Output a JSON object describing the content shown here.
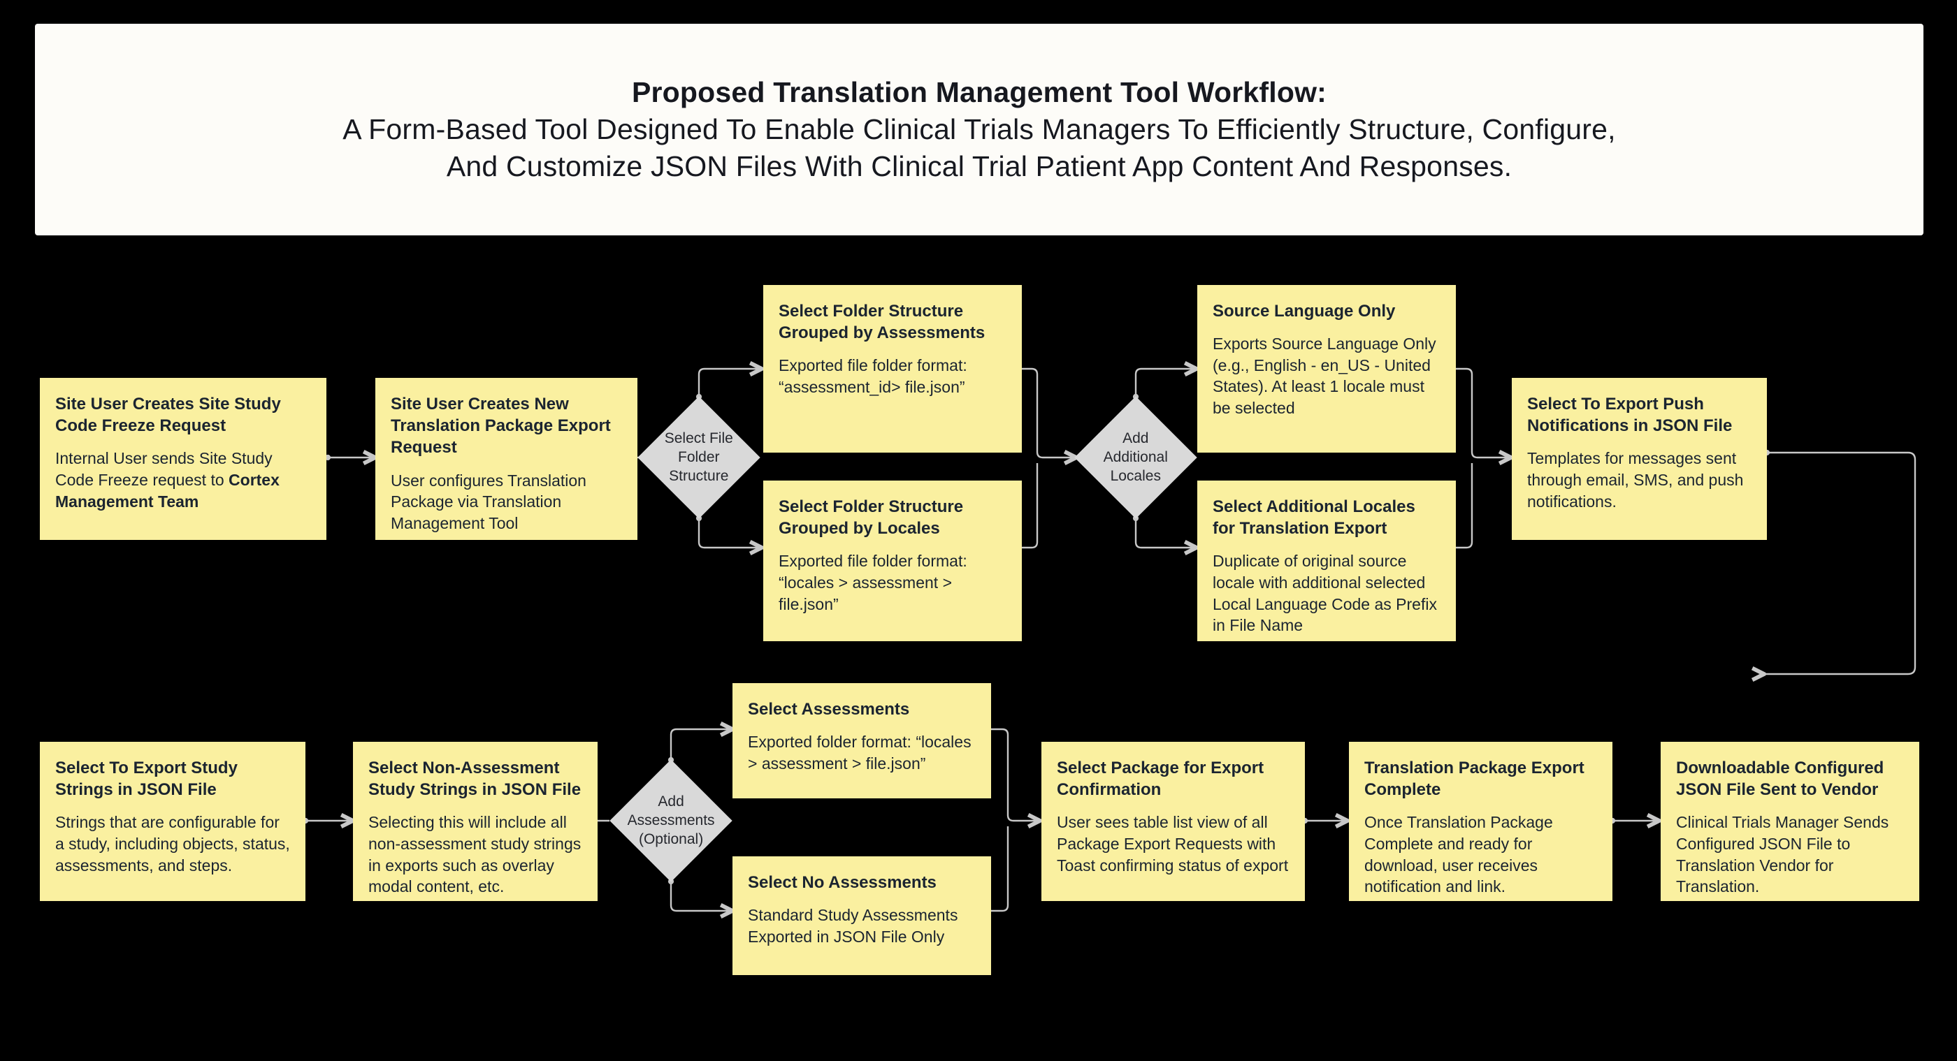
{
  "banner": {
    "line1": "Proposed Translation Management Tool Workflow:",
    "line2": "A Form-Based Tool Designed To Enable Clinical Trials Managers To Efficiently Structure, Configure,",
    "line3": "And Customize JSON Files With Clinical Trial Patient App Content And Responses."
  },
  "colors": {
    "canvas": "#000000",
    "banner_bg": "#FDFCF8",
    "node_fill": "#FAF0A0",
    "decision_fill": "#D9D9D9",
    "text": "#1B2430",
    "connector": "#C8C8C8"
  },
  "nodes": {
    "site_code_freeze": {
      "title": "Site User Creates Site Study Code Freeze Request",
      "body_pre": "Internal User sends Site Study Code Freeze request to ",
      "body_bold": "Cortex Management Team",
      "body_post": ""
    },
    "new_package_request": {
      "title": "Site User Creates New Translation Package Export Request",
      "body": "User configures Translation Package via Translation Management Tool"
    },
    "group_by_assessments": {
      "title": "Select Folder Structure Grouped by Assessments",
      "body": "Exported file folder format: “assessment_id> file.json”"
    },
    "group_by_locales": {
      "title": "Select Folder Structure Grouped by Locales",
      "body": "Exported file folder format: “locales > assessment > file.json”"
    },
    "source_language_only": {
      "title": "Source Language Only",
      "body": "Exports Source Language Only (e.g., English - en_US - United States). At least 1 locale must be selected"
    },
    "additional_locales": {
      "title": "Select Additional Locales for Translation Export",
      "body": "Duplicate of original source locale with additional selected Local Language Code as Prefix in File Name"
    },
    "push_notifications": {
      "title": "Select To Export Push Notifications in JSON File",
      "body": "Templates for messages sent through email, SMS, and push notifications."
    },
    "export_study_strings": {
      "title": "Select To Export Study Strings in JSON File",
      "body": "Strings that are configurable for a study, including objects, status, assessments, and steps."
    },
    "non_assessment_strings": {
      "title": "Select Non-Assessment Study Strings in JSON File",
      "body": "Selecting this will include all non-assessment study strings in exports such as overlay modal content, etc."
    },
    "select_assessments": {
      "title": "Select Assessments",
      "body": "Exported folder format: “locales > assessment > file.json”"
    },
    "select_no_assessments": {
      "title": "Select No Assessments",
      "body": "Standard Study Assessments Exported in JSON File Only"
    },
    "package_export_confirmation": {
      "title": "Select Package for Export Confirmation",
      "body": "User sees table list view of all Package Export Requests with Toast confirming status of export"
    },
    "export_complete": {
      "title": "Translation Package Export Complete",
      "body": "Once Translation Package Complete and ready for download, user receives notification and link."
    },
    "sent_to_vendor": {
      "title": "Downloadable Configured JSON File Sent to Vendor",
      "body": "Clinical Trials Manager Sends Configured JSON File to Translation Vendor for Translation."
    }
  },
  "decisions": {
    "file_folder_structure": {
      "label": "Select File\nFolder\nStructure"
    },
    "additional_locales": {
      "label": "Add\nAdditional\nLocales"
    },
    "add_assessments": {
      "label": "Add\nAssessments\n(Optional)"
    }
  }
}
